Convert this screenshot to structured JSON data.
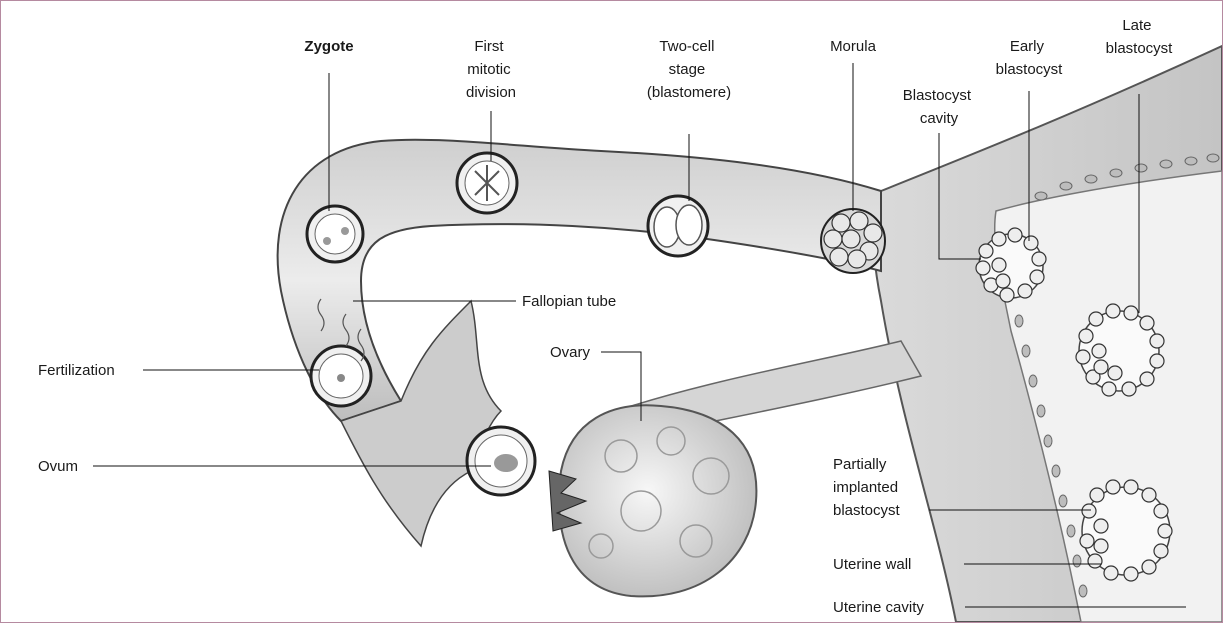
{
  "labels": {
    "zygote": "Zygote",
    "first_mitotic": [
      "First",
      "mitotic",
      "division"
    ],
    "two_cell": [
      "Two-cell",
      "stage",
      "(blastomere)"
    ],
    "morula": "Morula",
    "early_blastocyst": [
      "Early",
      "blastocyst"
    ],
    "late_blastocyst": [
      "Late",
      "blastocyst"
    ],
    "blastocyst_cavity": [
      "Blastocyst",
      "cavity"
    ],
    "fallopian_tube": "Fallopian tube",
    "fertilization": "Fertilization",
    "ovary": "Ovary",
    "ovum": "Ovum",
    "partially_implanted": [
      "Partially",
      "implanted",
      "blastocyst"
    ],
    "uterine_wall": "Uterine wall",
    "uterine_cavity": "Uterine cavity"
  },
  "colors": {
    "background": "#ffffff",
    "page_border": "#b58aa0",
    "outside": "#f6e9ef",
    "tissue": "#e2e2e2",
    "tissue_dark": "#9a9a9a",
    "ink": "#1a1a1a"
  }
}
